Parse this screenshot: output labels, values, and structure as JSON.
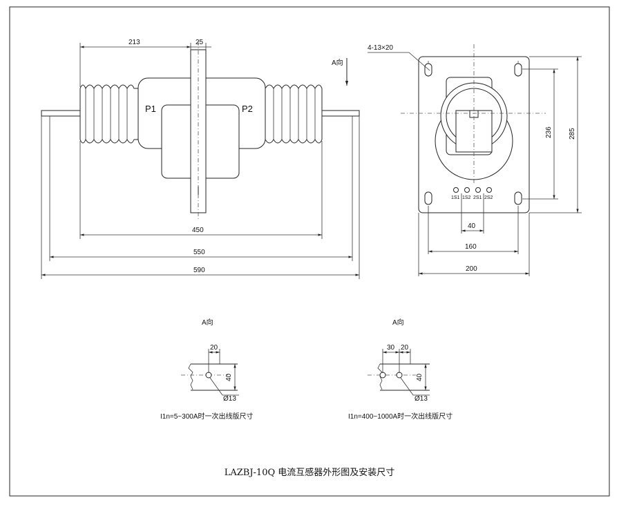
{
  "drawing": {
    "title": "LAZBJ-10Q 电流互感器外形图及安装尺寸",
    "front_view": {
      "terminal_p1": "P1",
      "terminal_p2": "P2",
      "view_arrow": "A向",
      "dims": {
        "d213": "213",
        "d25": "25",
        "d450": "450",
        "d550": "550",
        "d590": "590"
      }
    },
    "side_view": {
      "holes": "4-13×20",
      "dims": {
        "d236": "236",
        "d285": "285",
        "d40": "40",
        "d160": "160",
        "d200": "200"
      },
      "secondary_terminals": [
        "1S1",
        "1S2",
        "2S1",
        "2S2"
      ]
    },
    "detail_left": {
      "view": "A向",
      "dims": {
        "d20": "20",
        "d40": "40",
        "hole": "Ø13"
      },
      "caption": "I1n=5~300A时一次出线版尺寸"
    },
    "detail_right": {
      "view": "A向",
      "dims": {
        "d30": "30",
        "d20": "20",
        "d40": "40",
        "hole": "Ø13"
      },
      "caption": "I1n=400~1000A时一次出线版尺寸"
    }
  }
}
